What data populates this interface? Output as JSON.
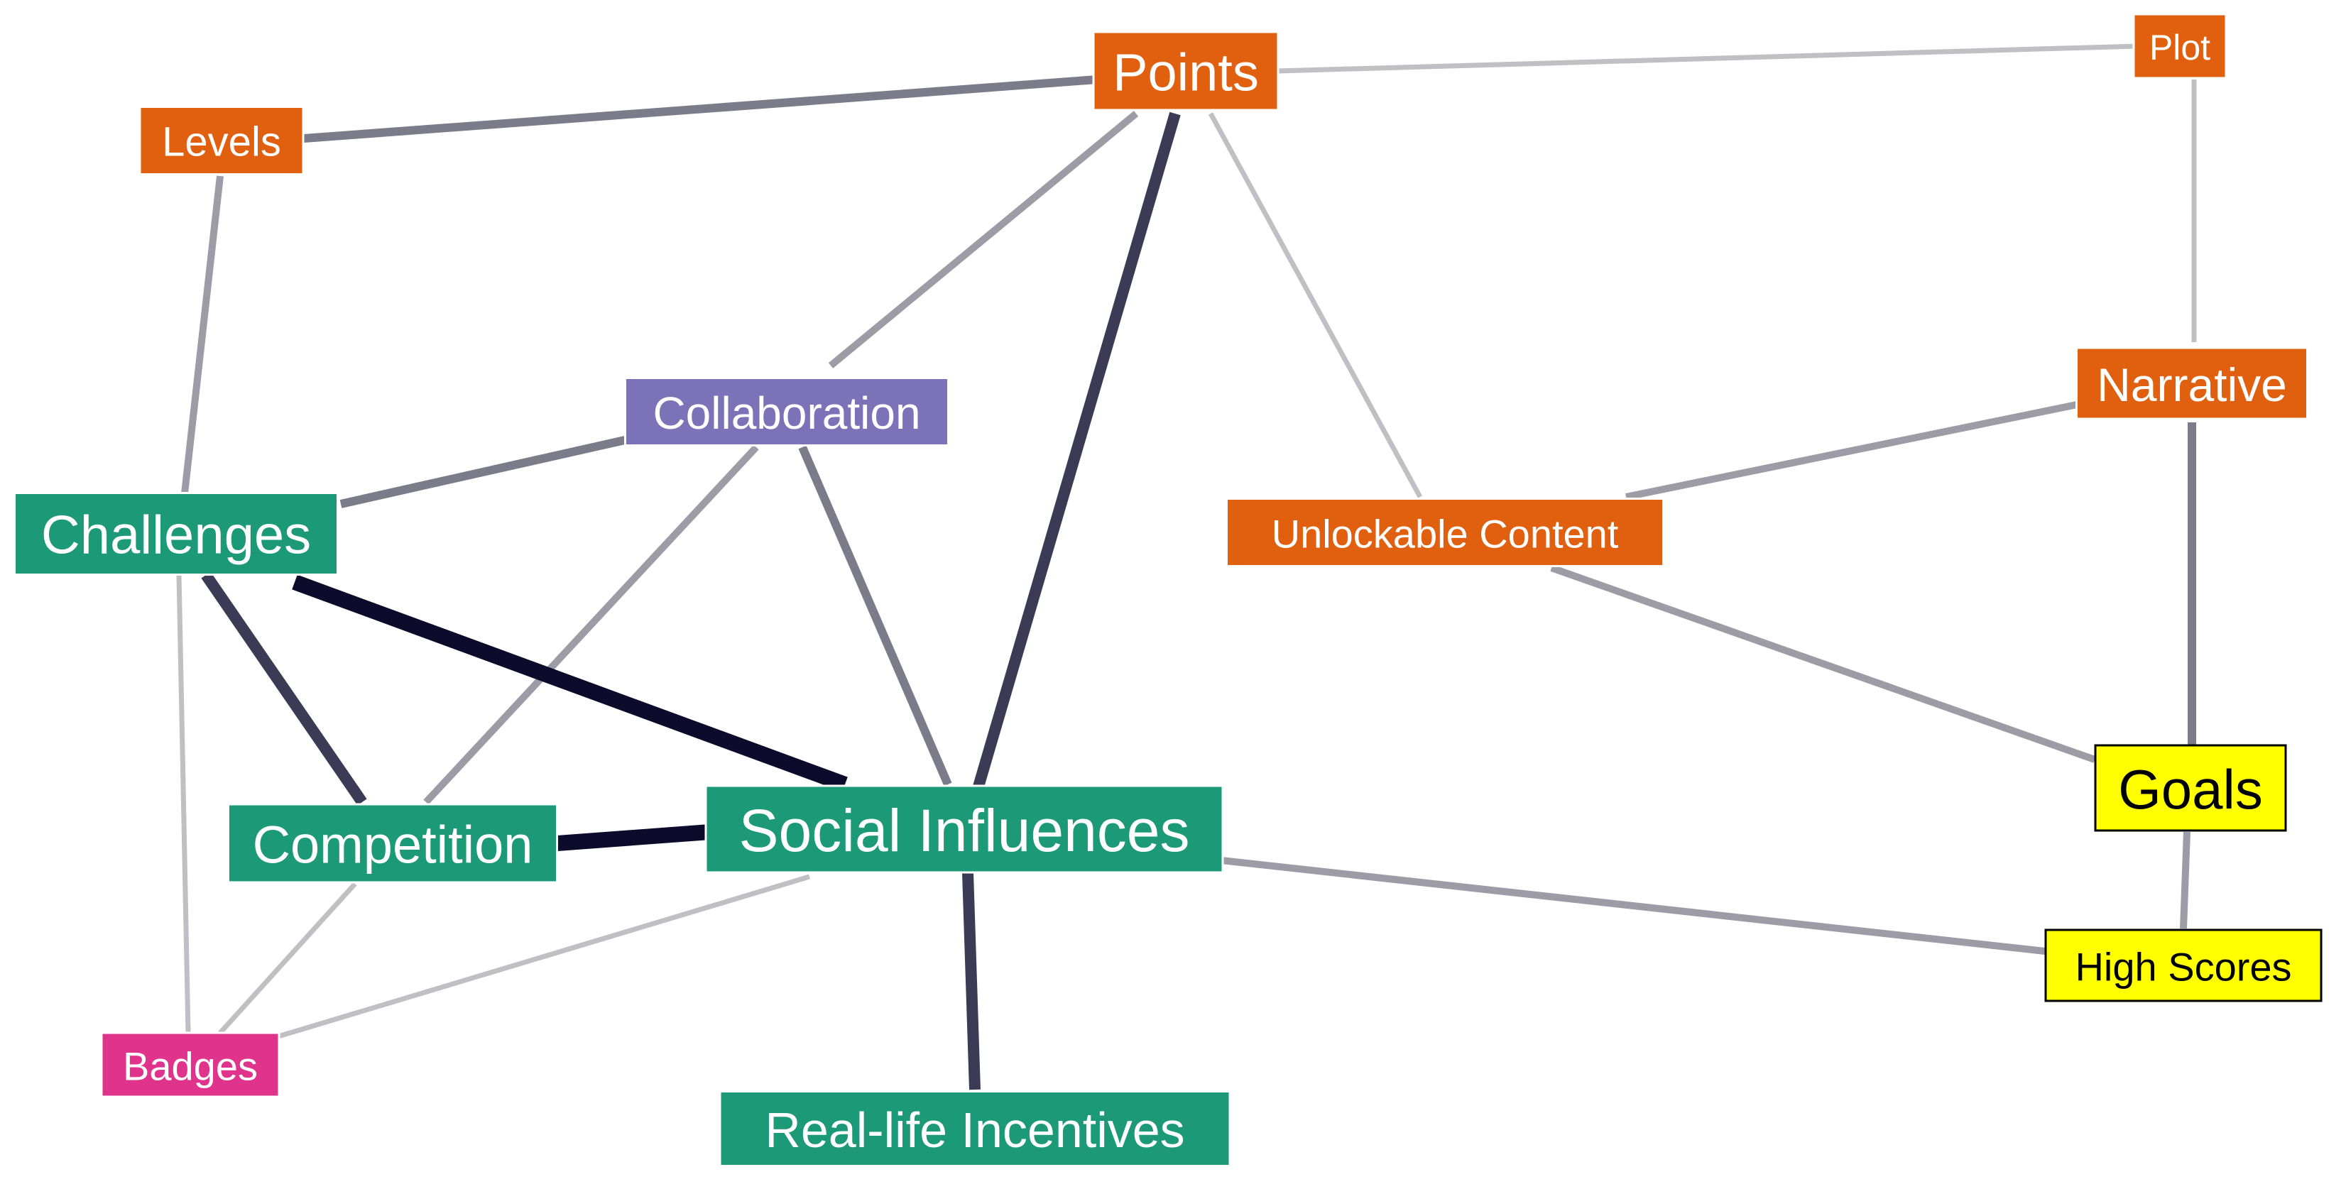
{
  "colors": {
    "orange": "#e06010",
    "purple": "#7b72b8",
    "green": "#1c9a78",
    "pink": "#e0348c",
    "yellow": "#ffff00",
    "text_light": "#ffffff",
    "text_dark": "#000000"
  },
  "nodes": [
    {
      "id": "points",
      "label": "Points",
      "color": "orange"
    },
    {
      "id": "plot",
      "label": "Plot",
      "color": "orange"
    },
    {
      "id": "levels",
      "label": "Levels",
      "color": "orange"
    },
    {
      "id": "narrative",
      "label": "Narrative",
      "color": "orange"
    },
    {
      "id": "unlockable-content",
      "label": "Unlockable Content",
      "color": "orange"
    },
    {
      "id": "collaboration",
      "label": "Collaboration",
      "color": "purple"
    },
    {
      "id": "challenges",
      "label": "Challenges",
      "color": "green"
    },
    {
      "id": "competition",
      "label": "Competition",
      "color": "green"
    },
    {
      "id": "social-influences",
      "label": "Social Influences",
      "color": "green"
    },
    {
      "id": "real-life-incentives",
      "label": "Real-life Incentives",
      "color": "green"
    },
    {
      "id": "badges",
      "label": "Badges",
      "color": "pink"
    },
    {
      "id": "goals",
      "label": "Goals",
      "color": "yellow"
    },
    {
      "id": "high-scores",
      "label": "High Scores",
      "color": "yellow"
    }
  ],
  "edges": [
    {
      "from": "points",
      "to": "plot",
      "strength": 1
    },
    {
      "from": "points",
      "to": "levels",
      "strength": 3
    },
    {
      "from": "points",
      "to": "collaboration",
      "strength": 2
    },
    {
      "from": "points",
      "to": "social-influences",
      "strength": 4
    },
    {
      "from": "points",
      "to": "unlockable-content",
      "strength": 1
    },
    {
      "from": "plot",
      "to": "narrative",
      "strength": 1
    },
    {
      "from": "levels",
      "to": "challenges",
      "strength": 2
    },
    {
      "from": "narrative",
      "to": "unlockable-content",
      "strength": 2
    },
    {
      "from": "narrative",
      "to": "goals",
      "strength": 3
    },
    {
      "from": "collaboration",
      "to": "challenges",
      "strength": 3
    },
    {
      "from": "collaboration",
      "to": "competition",
      "strength": 2
    },
    {
      "from": "collaboration",
      "to": "social-influences",
      "strength": 3
    },
    {
      "from": "challenges",
      "to": "social-influences",
      "strength": 5
    },
    {
      "from": "challenges",
      "to": "competition",
      "strength": 4
    },
    {
      "from": "challenges",
      "to": "badges",
      "strength": 1
    },
    {
      "from": "competition",
      "to": "social-influences",
      "strength": 5
    },
    {
      "from": "competition",
      "to": "badges",
      "strength": 1
    },
    {
      "from": "social-influences",
      "to": "badges",
      "strength": 1
    },
    {
      "from": "social-influences",
      "to": "real-life-incentives",
      "strength": 4
    },
    {
      "from": "social-influences",
      "to": "high-scores",
      "strength": 2
    },
    {
      "from": "unlockable-content",
      "to": "goals",
      "strength": 2
    },
    {
      "from": "goals",
      "to": "high-scores",
      "strength": 2
    }
  ]
}
